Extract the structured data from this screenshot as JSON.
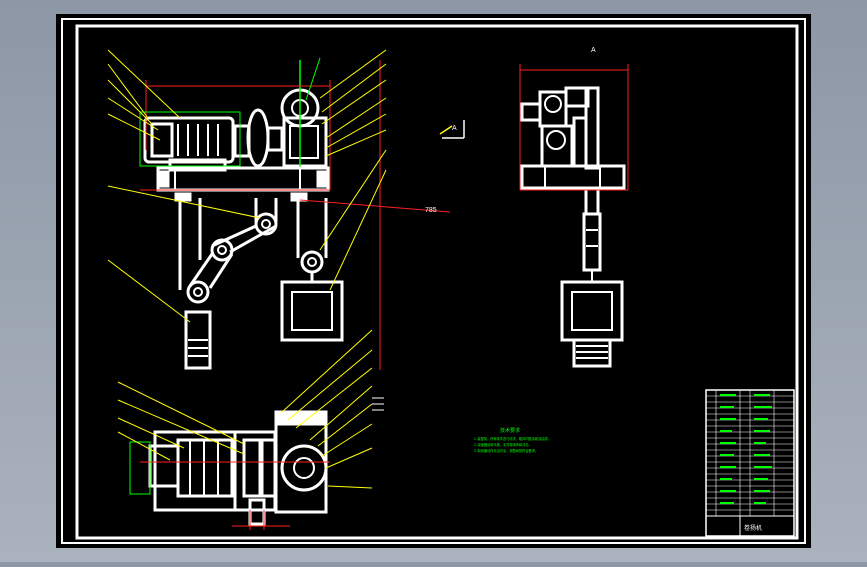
{
  "drawing": {
    "view_label_right": "A",
    "view_label_mid": "A",
    "dim_height": "785",
    "notes_title": "技术要求",
    "notes_lines": [
      "1. 装配前，所有零件进行清洗，箱体内壁涂耐油油漆。",
      "2. 减速器运转平稳，无异常噪声和冲击。",
      "3. 制动器动作灵活可靠，调整间隙符合要求。"
    ],
    "title_block_label": "卷扬机"
  },
  "colors": {
    "background": "#000000",
    "outer_frame": "#ffffff",
    "outline": "#ffffff",
    "leader": "#ffff00",
    "dimension": "#ff2020",
    "axis_mark": "#00ff00",
    "notes_text": "#00ff00",
    "title_block_text": "#00ff00",
    "fill_hatch": "#ffffff"
  }
}
